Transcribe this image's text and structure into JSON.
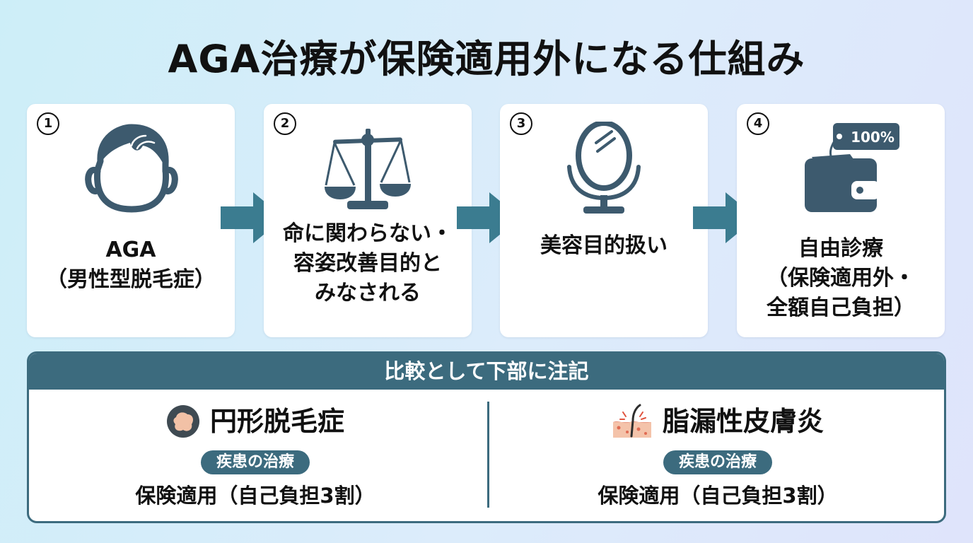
{
  "title": "AGA治療が保険適用外になる仕組み",
  "steps": [
    {
      "number": "1",
      "label": "AGA\n（男性型脱毛症）",
      "icon": "head-icon"
    },
    {
      "number": "2",
      "label": "命に関わらない・\n容姿改善目的と\nみなされる",
      "icon": "scale-icon"
    },
    {
      "number": "3",
      "label": "美容目的扱い",
      "icon": "mirror-icon"
    },
    {
      "number": "4",
      "label": "自由診療\n（保険適用外・\n全額自己負担）",
      "icon": "wallet-icon",
      "tag": "100%"
    }
  ],
  "comparison": {
    "header": "比較として下部に注記",
    "items": [
      {
        "name": "円形脱毛症",
        "pill": "疾患の治療",
        "insurance": "保険適用（自己負担3割）",
        "icon": "bald-patch-icon"
      },
      {
        "name": "脂漏性皮膚炎",
        "pill": "疾患の治療",
        "insurance": "保険適用（自己負担3割）",
        "icon": "skin-inflammation-icon"
      }
    ]
  },
  "colors": {
    "primary": "#3c6b7e",
    "arrow": "#3b7c90",
    "icon": "#3d5a6e"
  }
}
